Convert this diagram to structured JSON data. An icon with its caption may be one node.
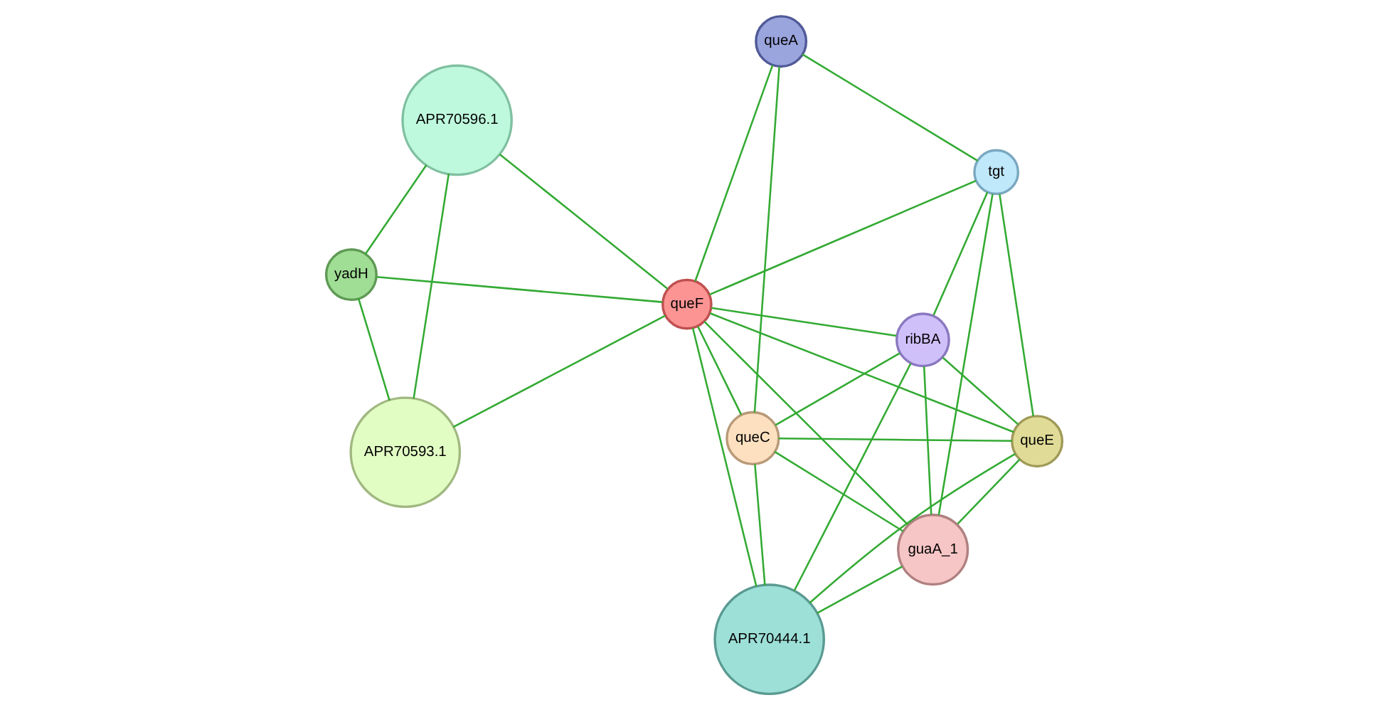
{
  "diagram": {
    "nodes": [
      {
        "text": [
          "yadH"
        ]
      },
      {
        "text": [
          "APR70596.1"
        ]
      },
      {
        "text": [
          "APR70593.1"
        ]
      },
      {
        "text": [
          "tgt"
        ]
      },
      {
        "text": [
          "queF"
        ]
      },
      {
        "text": [
          "queA"
        ]
      },
      {
        "text": [
          "guaA_1"
        ]
      },
      {
        "text": [
          "ribBA"
        ]
      },
      {
        "text": [
          "queC"
        ]
      },
      {
        "text": [
          "queE"
        ]
      },
      {
        "text": [
          "APR70444.1"
        ]
      }
    ],
    "edges": [
      {
        "from": 0,
        "to": 1,
        "arrow": "none"
      },
      {
        "from": 0,
        "to": 2,
        "arrow": "none"
      },
      {
        "from": 0,
        "to": 4,
        "arrow": "none"
      },
      {
        "from": 1,
        "to": 2,
        "arrow": "none"
      },
      {
        "from": 1,
        "to": 4,
        "arrow": "none"
      },
      {
        "from": 2,
        "to": 4,
        "arrow": "none"
      },
      {
        "from": 3,
        "to": 4,
        "arrow": "none"
      },
      {
        "from": 3,
        "to": 5,
        "arrow": "none"
      },
      {
        "from": 3,
        "to": 6,
        "arrow": "none"
      },
      {
        "from": 3,
        "to": 7,
        "arrow": "none"
      },
      {
        "from": 3,
        "to": 9,
        "arrow": "none"
      },
      {
        "from": 4,
        "to": 5,
        "arrow": "none"
      },
      {
        "from": 4,
        "to": 6,
        "arrow": "none"
      },
      {
        "from": 4,
        "to": 7,
        "arrow": "none"
      },
      {
        "from": 4,
        "to": 8,
        "arrow": "none"
      },
      {
        "from": 4,
        "to": 9,
        "arrow": "none"
      },
      {
        "from": 4,
        "to": 10,
        "arrow": "none"
      },
      {
        "from": 5,
        "to": 8,
        "arrow": "none"
      },
      {
        "from": 6,
        "to": 7,
        "arrow": "none"
      },
      {
        "from": 6,
        "to": 8,
        "arrow": "none"
      },
      {
        "from": 6,
        "to": 9,
        "arrow": "none"
      },
      {
        "from": 6,
        "to": 10,
        "arrow": "none"
      },
      {
        "from": 7,
        "to": 8,
        "arrow": "none"
      },
      {
        "from": 7,
        "to": 9,
        "arrow": "none"
      },
      {
        "from": 7,
        "to": 10,
        "arrow": "none"
      },
      {
        "from": 8,
        "to": 9,
        "arrow": "none"
      },
      {
        "from": 8,
        "to": 10,
        "arrow": "none"
      },
      {
        "from": 9,
        "to": 10,
        "arrow": "none"
      }
    ]
  }
}
